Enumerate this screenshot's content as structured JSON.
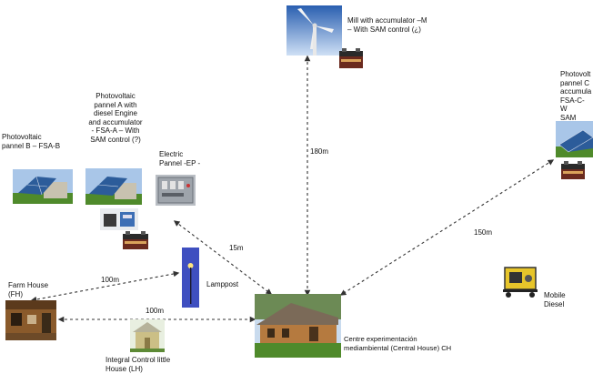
{
  "labels": {
    "mill": "Mill with accumulator –M\n– With SAM control (¿)",
    "pannel_c": "Photovolt\npannel C\naccumula\nFSA-C- W\nSAM",
    "pannel_a": "Photovoltaic\npannel A with\ndiesel Engine\nand accumulator\n- FSA-A – With\nSAM control (?)",
    "pannel_b": "Photovoltaic\npannel B – FSA-B",
    "electric_panel": "Electric\nPannel  -EP -",
    "lamppost": "Lamppost",
    "farm_house": "Farm House\n(FH)",
    "control_house": "Integral Control little\nHouse (LH)",
    "central_house": "Centre experimentación\nmediambiental (Central House) CH",
    "mobile_diesel": "Mobile\nDiesel"
  },
  "distances": {
    "mill_ch": "180m",
    "pannel_c_ch": "150m",
    "ep_ch": "15m",
    "fh_lamppost": "100m",
    "fh_ch": "100m"
  },
  "colors": {
    "line": "#333333",
    "solar_blue": "#2c5c9a",
    "sky": "#a9c6e8",
    "grass": "#4f8a2b",
    "wood": "#8a5a2b",
    "battery": "#6b2a1e",
    "lamppost": "#3f4fc0",
    "generator": "#e7c52a"
  },
  "icons": [
    "wind-turbine-icon",
    "solar-panel-icon",
    "battery-icon",
    "electric-panel-icon",
    "lamppost-icon",
    "farm-house-photo",
    "control-house-icon",
    "central-house-photo",
    "generator-icon"
  ]
}
